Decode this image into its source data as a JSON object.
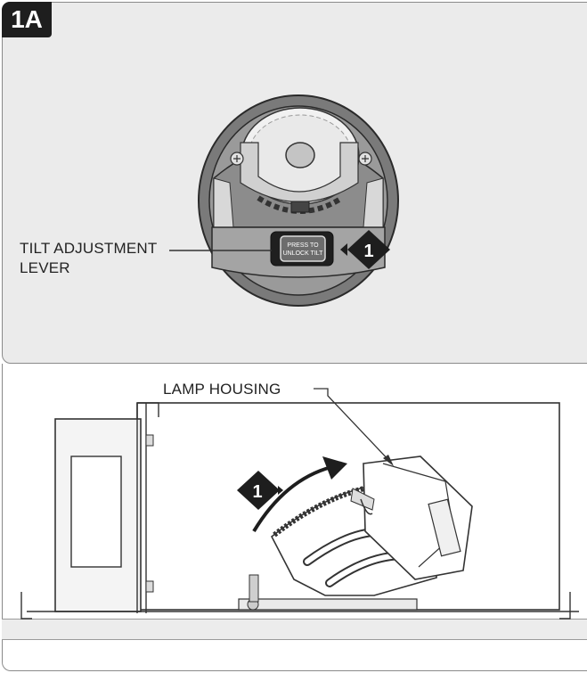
{
  "step_label": "1A",
  "top_panel": {
    "lever_label_line1": "TILT ADJUSTMENT",
    "lever_label_line2": "LEVER",
    "button_text_line1": "PRESS TO",
    "button_text_line2": "UNLOCK TILT",
    "step_marker": "1"
  },
  "bottom_panel": {
    "housing_label": "LAMP HOUSING",
    "step_marker": "1"
  },
  "colors": {
    "panel_bg": "#ebebeb",
    "marker": "#1e1e1e",
    "line": "#333333"
  }
}
